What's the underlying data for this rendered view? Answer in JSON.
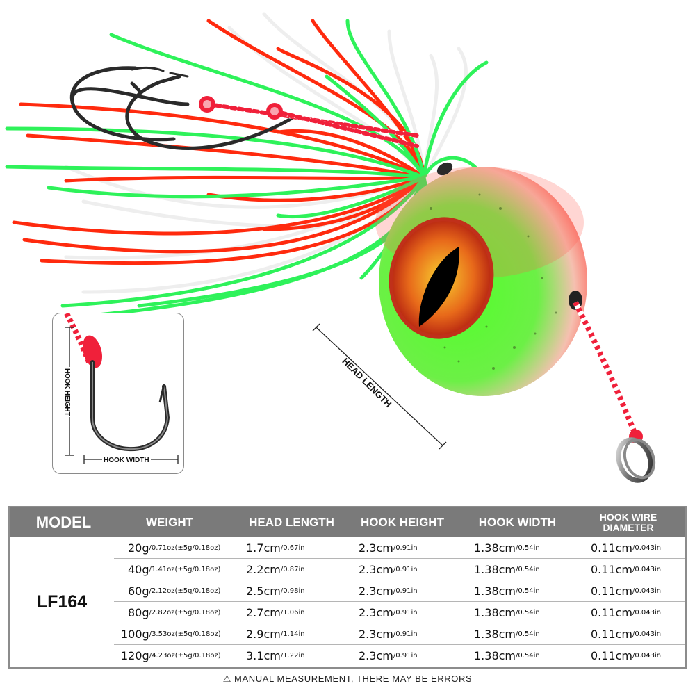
{
  "product": {
    "image_alt": "Fishing lure jig head with green and red painted round head, 3D eye, red/green/white silicone skirt, double assist hooks and split ring",
    "colors": {
      "skirt_green": "#2ef25a",
      "skirt_red": "#ff2a0e",
      "skirt_white": "#f0f0f0",
      "head_green": "#4cf03a",
      "head_red": "#ff4a44",
      "eye_iris": "#e8501a",
      "pupil": "#000000",
      "cord_red": "#f0203a"
    }
  },
  "diagram": {
    "hook_height_label": "HOOK HEIGHT",
    "hook_width_label": "HOOK WIDTH",
    "head_length_label": "HEAD LENGTH"
  },
  "table": {
    "header_color": "#7a7a7a",
    "headers": {
      "model": "MODEL",
      "weight": "WEIGHT",
      "head_length": "HEAD LENGTH",
      "hook_height": "HOOK HEIGHT",
      "hook_width": "HOOK WIDTH",
      "hook_wire_line1": "HOOK WIRE",
      "hook_wire_line2": "DIAMETER"
    },
    "model": "LF164",
    "rows": [
      {
        "weight_main": "20g",
        "weight_sub": "/0.71oz(±5g/0.18oz)",
        "head_main": "1.7cm",
        "head_sub": "/0.67in",
        "hh_main": "2.3cm",
        "hh_sub": "/0.91in",
        "hw_main": "1.38cm",
        "hw_sub": "/0.54in",
        "wire_main": "0.11cm",
        "wire_sub": "/0.043in"
      },
      {
        "weight_main": "40g",
        "weight_sub": "/1.41oz(±5g/0.18oz)",
        "head_main": "2.2cm",
        "head_sub": "/0.87in",
        "hh_main": "2.3cm",
        "hh_sub": "/0.91in",
        "hw_main": "1.38cm",
        "hw_sub": "/0.54in",
        "wire_main": "0.11cm",
        "wire_sub": "/0.043in"
      },
      {
        "weight_main": "60g",
        "weight_sub": "/2.12oz(±5g/0.18oz)",
        "head_main": "2.5cm",
        "head_sub": "/0.98in",
        "hh_main": "2.3cm",
        "hh_sub": "/0.91in",
        "hw_main": "1.38cm",
        "hw_sub": "/0.54in",
        "wire_main": "0.11cm",
        "wire_sub": "/0.043in"
      },
      {
        "weight_main": "80g",
        "weight_sub": "/2.82oz(±5g/0.18oz)",
        "head_main": "2.7cm",
        "head_sub": "/1.06in",
        "hh_main": "2.3cm",
        "hh_sub": "/0.91in",
        "hw_main": "1.38cm",
        "hw_sub": "/0.54in",
        "wire_main": "0.11cm",
        "wire_sub": "/0.043in"
      },
      {
        "weight_main": "100g",
        "weight_sub": "/3.53oz(±5g/0.18oz)",
        "head_main": "2.9cm",
        "head_sub": "/1.14in",
        "hh_main": "2.3cm",
        "hh_sub": "/0.91in",
        "hw_main": "1.38cm",
        "hw_sub": "/0.54in",
        "wire_main": "0.11cm",
        "wire_sub": "/0.043in"
      },
      {
        "weight_main": "120g",
        "weight_sub": "/4.23oz(±5g/0.18oz)",
        "head_main": "3.1cm",
        "head_sub": "/1.22in",
        "hh_main": "2.3cm",
        "hh_sub": "/0.91in",
        "hw_main": "1.38cm",
        "hw_sub": "/0.54in",
        "wire_main": "0.11cm",
        "wire_sub": "/0.043in"
      }
    ]
  },
  "footer": {
    "warning_icon": "⚠",
    "disclaimer": "MANUAL MEASUREMENT, THERE MAY BE ERRORS"
  }
}
